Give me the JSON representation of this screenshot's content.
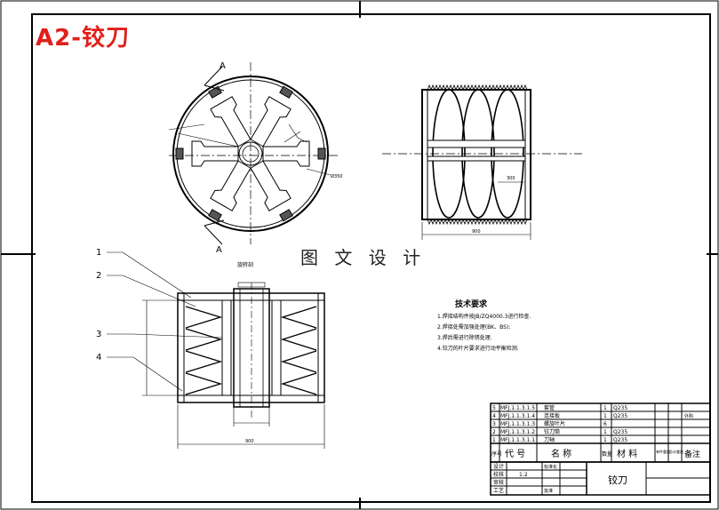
{
  "drawing": {
    "title": "A2-铰刀",
    "watermark": "图 文 设 计",
    "section_marks": [
      "A",
      "A"
    ],
    "view_label": "旋转剖",
    "balloons": [
      "1",
      "2",
      "3",
      "4"
    ],
    "dimensions": {
      "top_width": "900",
      "bottom_width": "900",
      "pitch": "300",
      "diameter": "Ø350"
    }
  },
  "tech_requirements": {
    "title": "技术要求",
    "items": [
      "1.焊接结构件按JB/ZQ4000.3进行检查.",
      "2.焊接处需加强处理(BK、BS);",
      "3.焊后需进行除锈处理.",
      "4.铰刀的叶片要求进行动平衡检测."
    ]
  },
  "bom": {
    "rows": [
      {
        "no": "5",
        "code": "MFJ.1.1.3.1.5",
        "name": "套管",
        "qty": "1",
        "material": "Q235",
        "note": ""
      },
      {
        "no": "4",
        "code": "MFJ.1.1.3.1.4",
        "name": "连接板",
        "qty": "1",
        "material": "Q235",
        "note": "外购"
      },
      {
        "no": "3",
        "code": "MFJ.1.1.3.1.3",
        "name": "螺旋叶片",
        "qty": "6",
        "material": "",
        "note": ""
      },
      {
        "no": "2",
        "code": "MFJ.1.1.3.1.2",
        "name": "铰刀筒",
        "qty": "1",
        "material": "Q235",
        "note": ""
      },
      {
        "no": "1",
        "code": "MFJ.1.1.3.1.1",
        "name": "刀轴",
        "qty": "1",
        "material": "Q235",
        "note": ""
      }
    ],
    "header": {
      "no": "序号",
      "code": "代 号",
      "name": "名 称",
      "qty": "数量",
      "material": "材 料",
      "unit_weight": "单件重量",
      "total_weight": "总计重量",
      "note": "备注"
    }
  },
  "title_block": {
    "labels": [
      "设计",
      "校核",
      "审核",
      "工艺",
      "标准化",
      "批准"
    ],
    "scale": "1:2",
    "part_name": "铰刀"
  }
}
